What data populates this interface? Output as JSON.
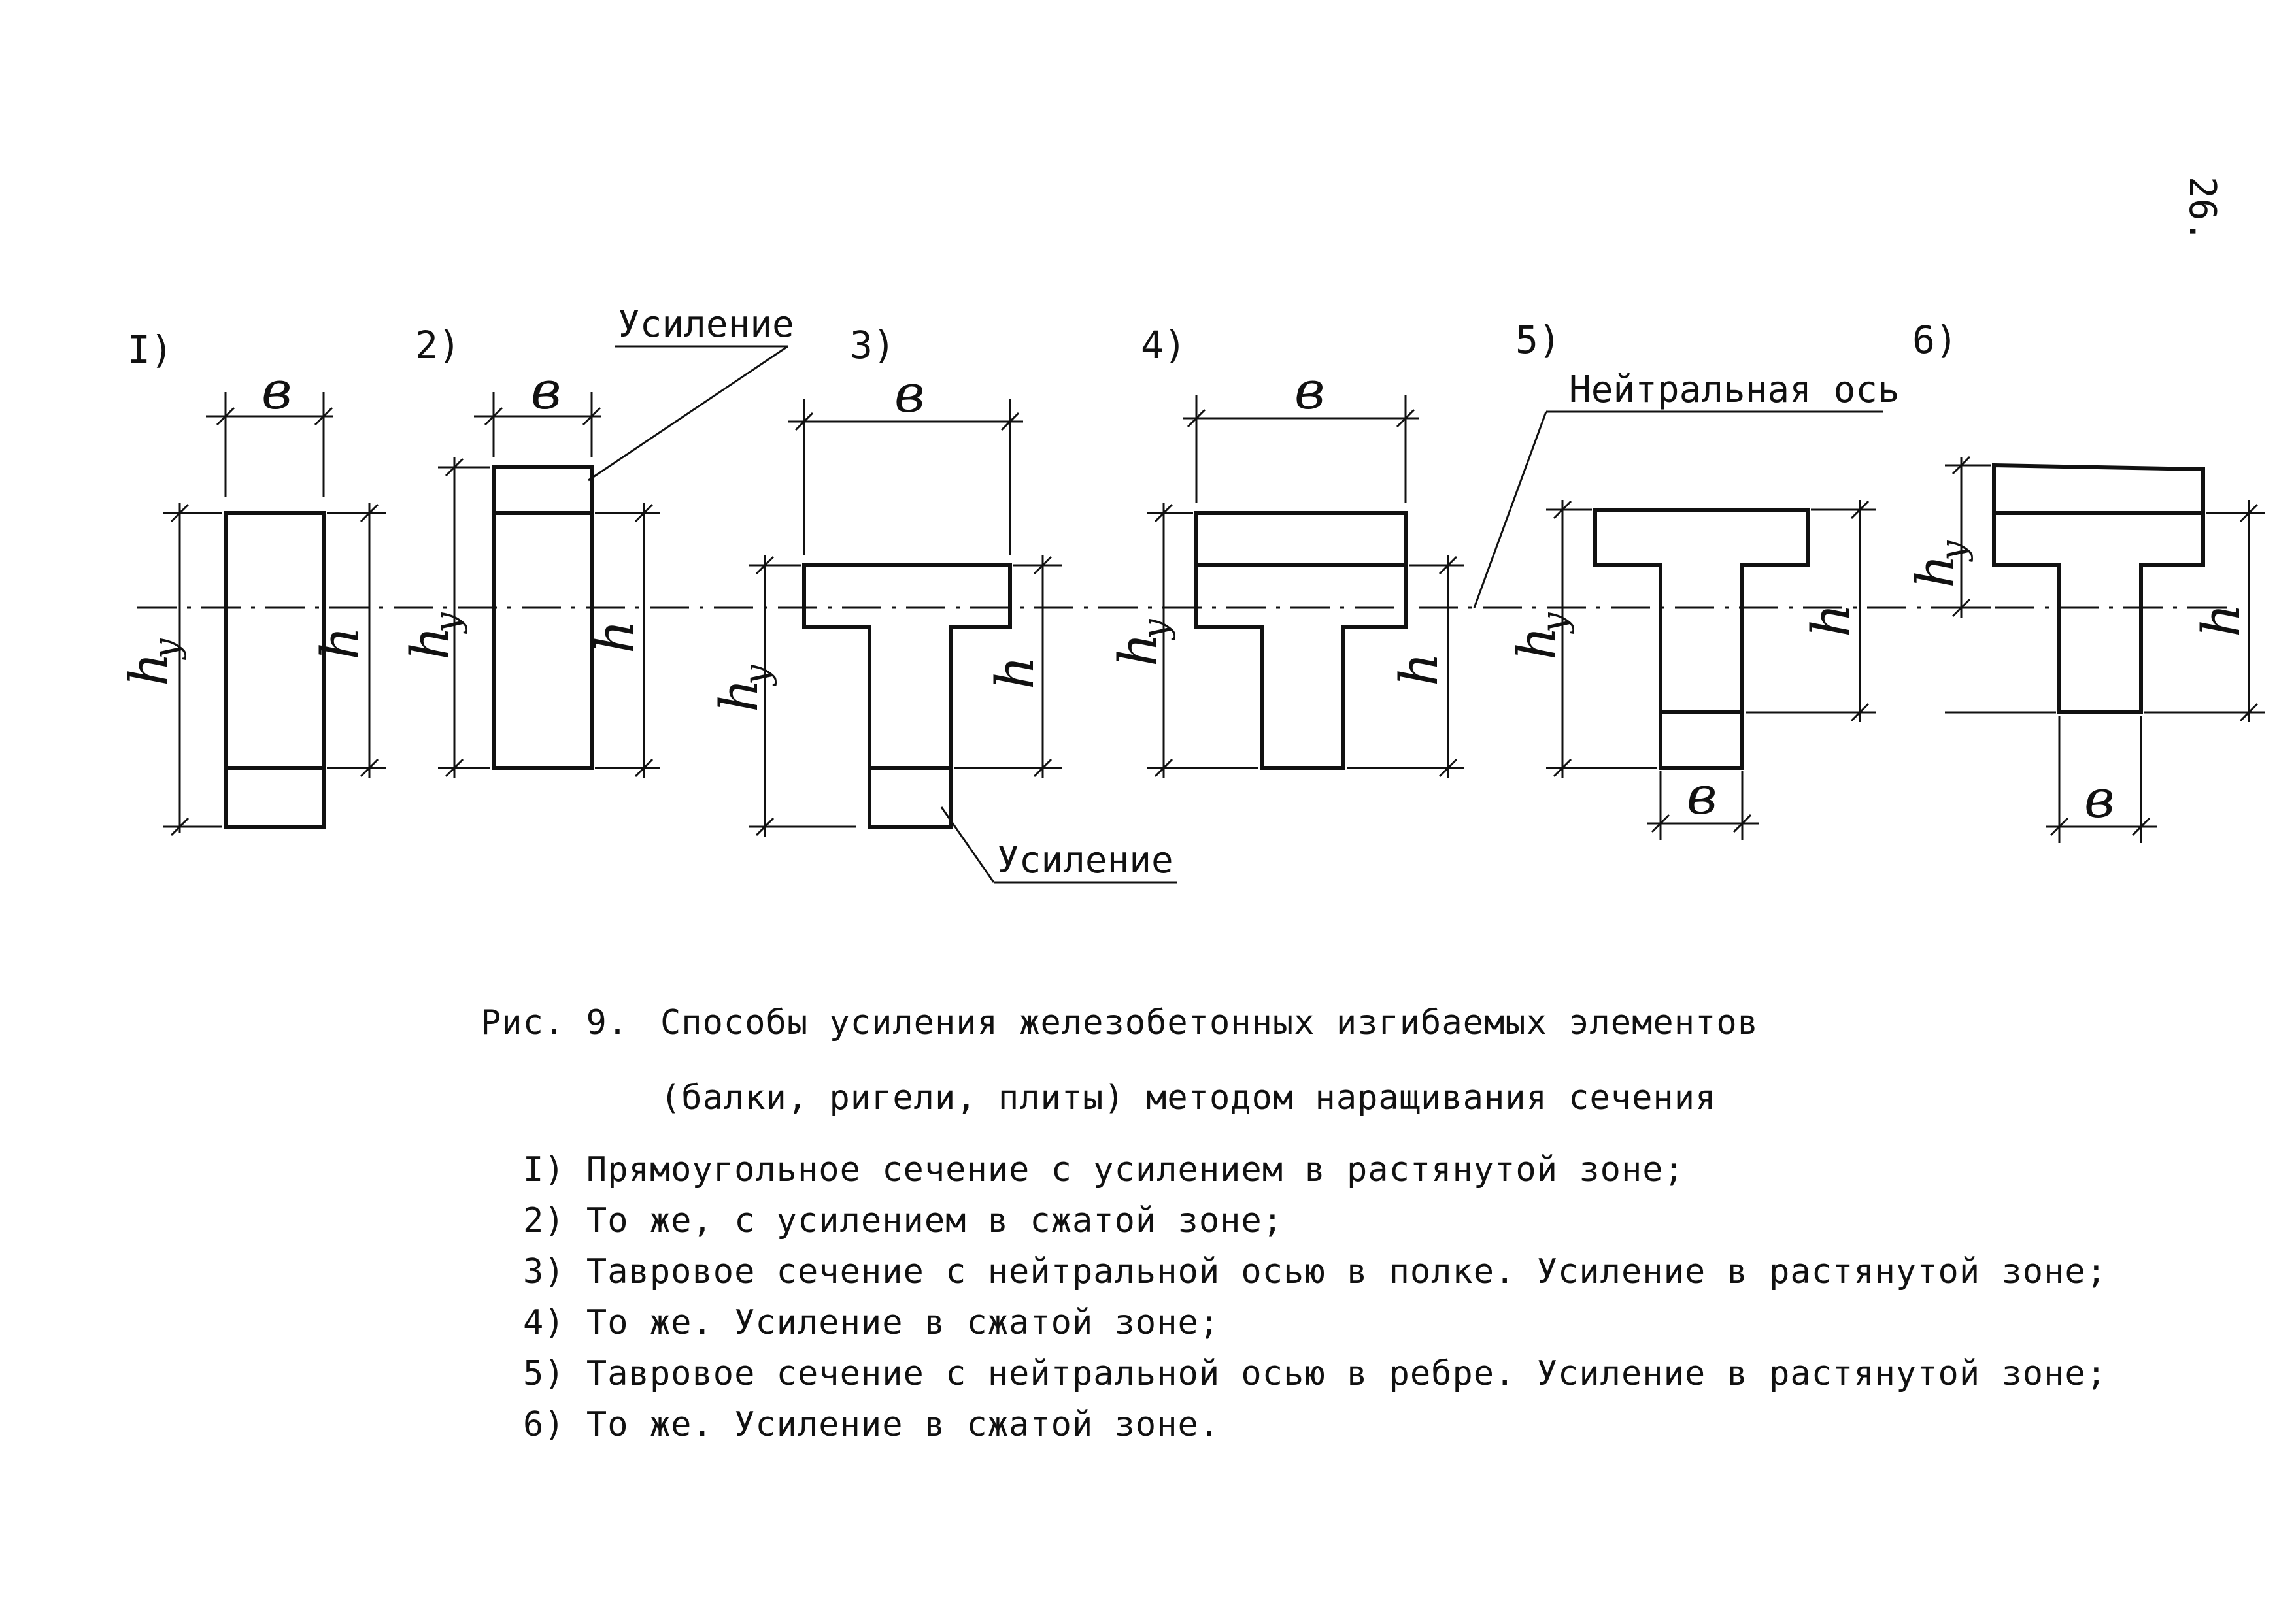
{
  "page_number": "26.",
  "diagrams": {
    "labels": [
      "I)",
      "2)",
      "3)",
      "4)",
      "5)",
      "6)"
    ],
    "b": "в",
    "h": "h",
    "hy": "h",
    "hy_sub": "y"
  },
  "callouts": {
    "reinforcement_top": "Усиление",
    "reinforcement_bottom": "Усиление",
    "neutral_axis": "Нейтральная ось"
  },
  "caption": {
    "prefix": "Рис. 9.",
    "line1": "Способы усиления железобетонных изгибаемых элементов",
    "line2": "(балки, ригели, плиты) методом наращивания сечения",
    "items": [
      "I) Прямоугольное сечение с усилением в растянутой зоне;",
      "2) То же, с усилением в сжатой зоне;",
      "3) Тавровое сечение с нейтральной осью в полке. Усиление в растянутой зоне;",
      "4) То же. Усиление в сжатой зоне;",
      "5) Тавровое сечение с нейтральной осью в ребре. Усиление в растянутой зоне;",
      "6) То же. Усиление в сжатой зоне."
    ]
  }
}
